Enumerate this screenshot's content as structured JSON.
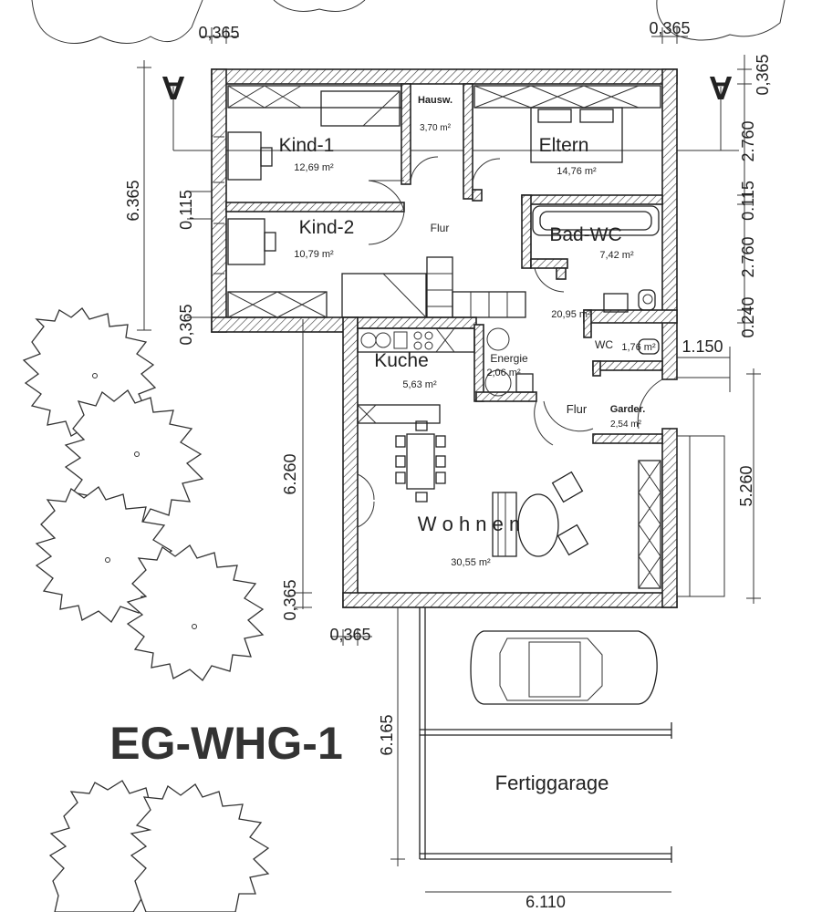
{
  "plan_title": "EG-WHG-1",
  "section_marker": "A",
  "rooms": {
    "kind1": {
      "name": "Kind-1",
      "area": "12,69 m²"
    },
    "kind2": {
      "name": "Kind-2",
      "area": "10,79 m²"
    },
    "hausw": {
      "name": "Hausw.",
      "area": "3,70 m²"
    },
    "eltern": {
      "name": "Eltern",
      "area": "14,76 m²"
    },
    "badwc": {
      "name": "Bad-WC",
      "area": "7,42 m²"
    },
    "flur_upper": {
      "name": "Flur"
    },
    "flur_area": {
      "area": "20,95 m²"
    },
    "wc": {
      "name": "WC",
      "area": "1,76 m²"
    },
    "kueche": {
      "name": "Kuche",
      "area": "5,63 m²"
    },
    "energie": {
      "name": "Energie",
      "area": "2,06 m²"
    },
    "flur_lower": {
      "name": "Flur"
    },
    "garder": {
      "name": "Garder.",
      "area": "2,54 m²"
    },
    "wohnen": {
      "name": "W o h n e n",
      "area": "30,55 m²"
    },
    "garage": {
      "name": "Fertiggarage"
    }
  },
  "dimensions": {
    "top_left": "0,365",
    "top_right": "0,365",
    "right_top": "0,365",
    "right_2760a": "2.760",
    "right_0115": "0.115",
    "right_2760b": "2.760",
    "right_0240": "0.240",
    "right_1150": "1.150",
    "right_5260": "5.260",
    "left_6365": "6.365",
    "left_0115": "0,115",
    "left_0365a": "0,365",
    "mid_6260": "6.260",
    "mid_0365": "0,365",
    "bottom_0365": "0,365",
    "garage_6165": "6.165",
    "garage_6110": "6.110"
  }
}
